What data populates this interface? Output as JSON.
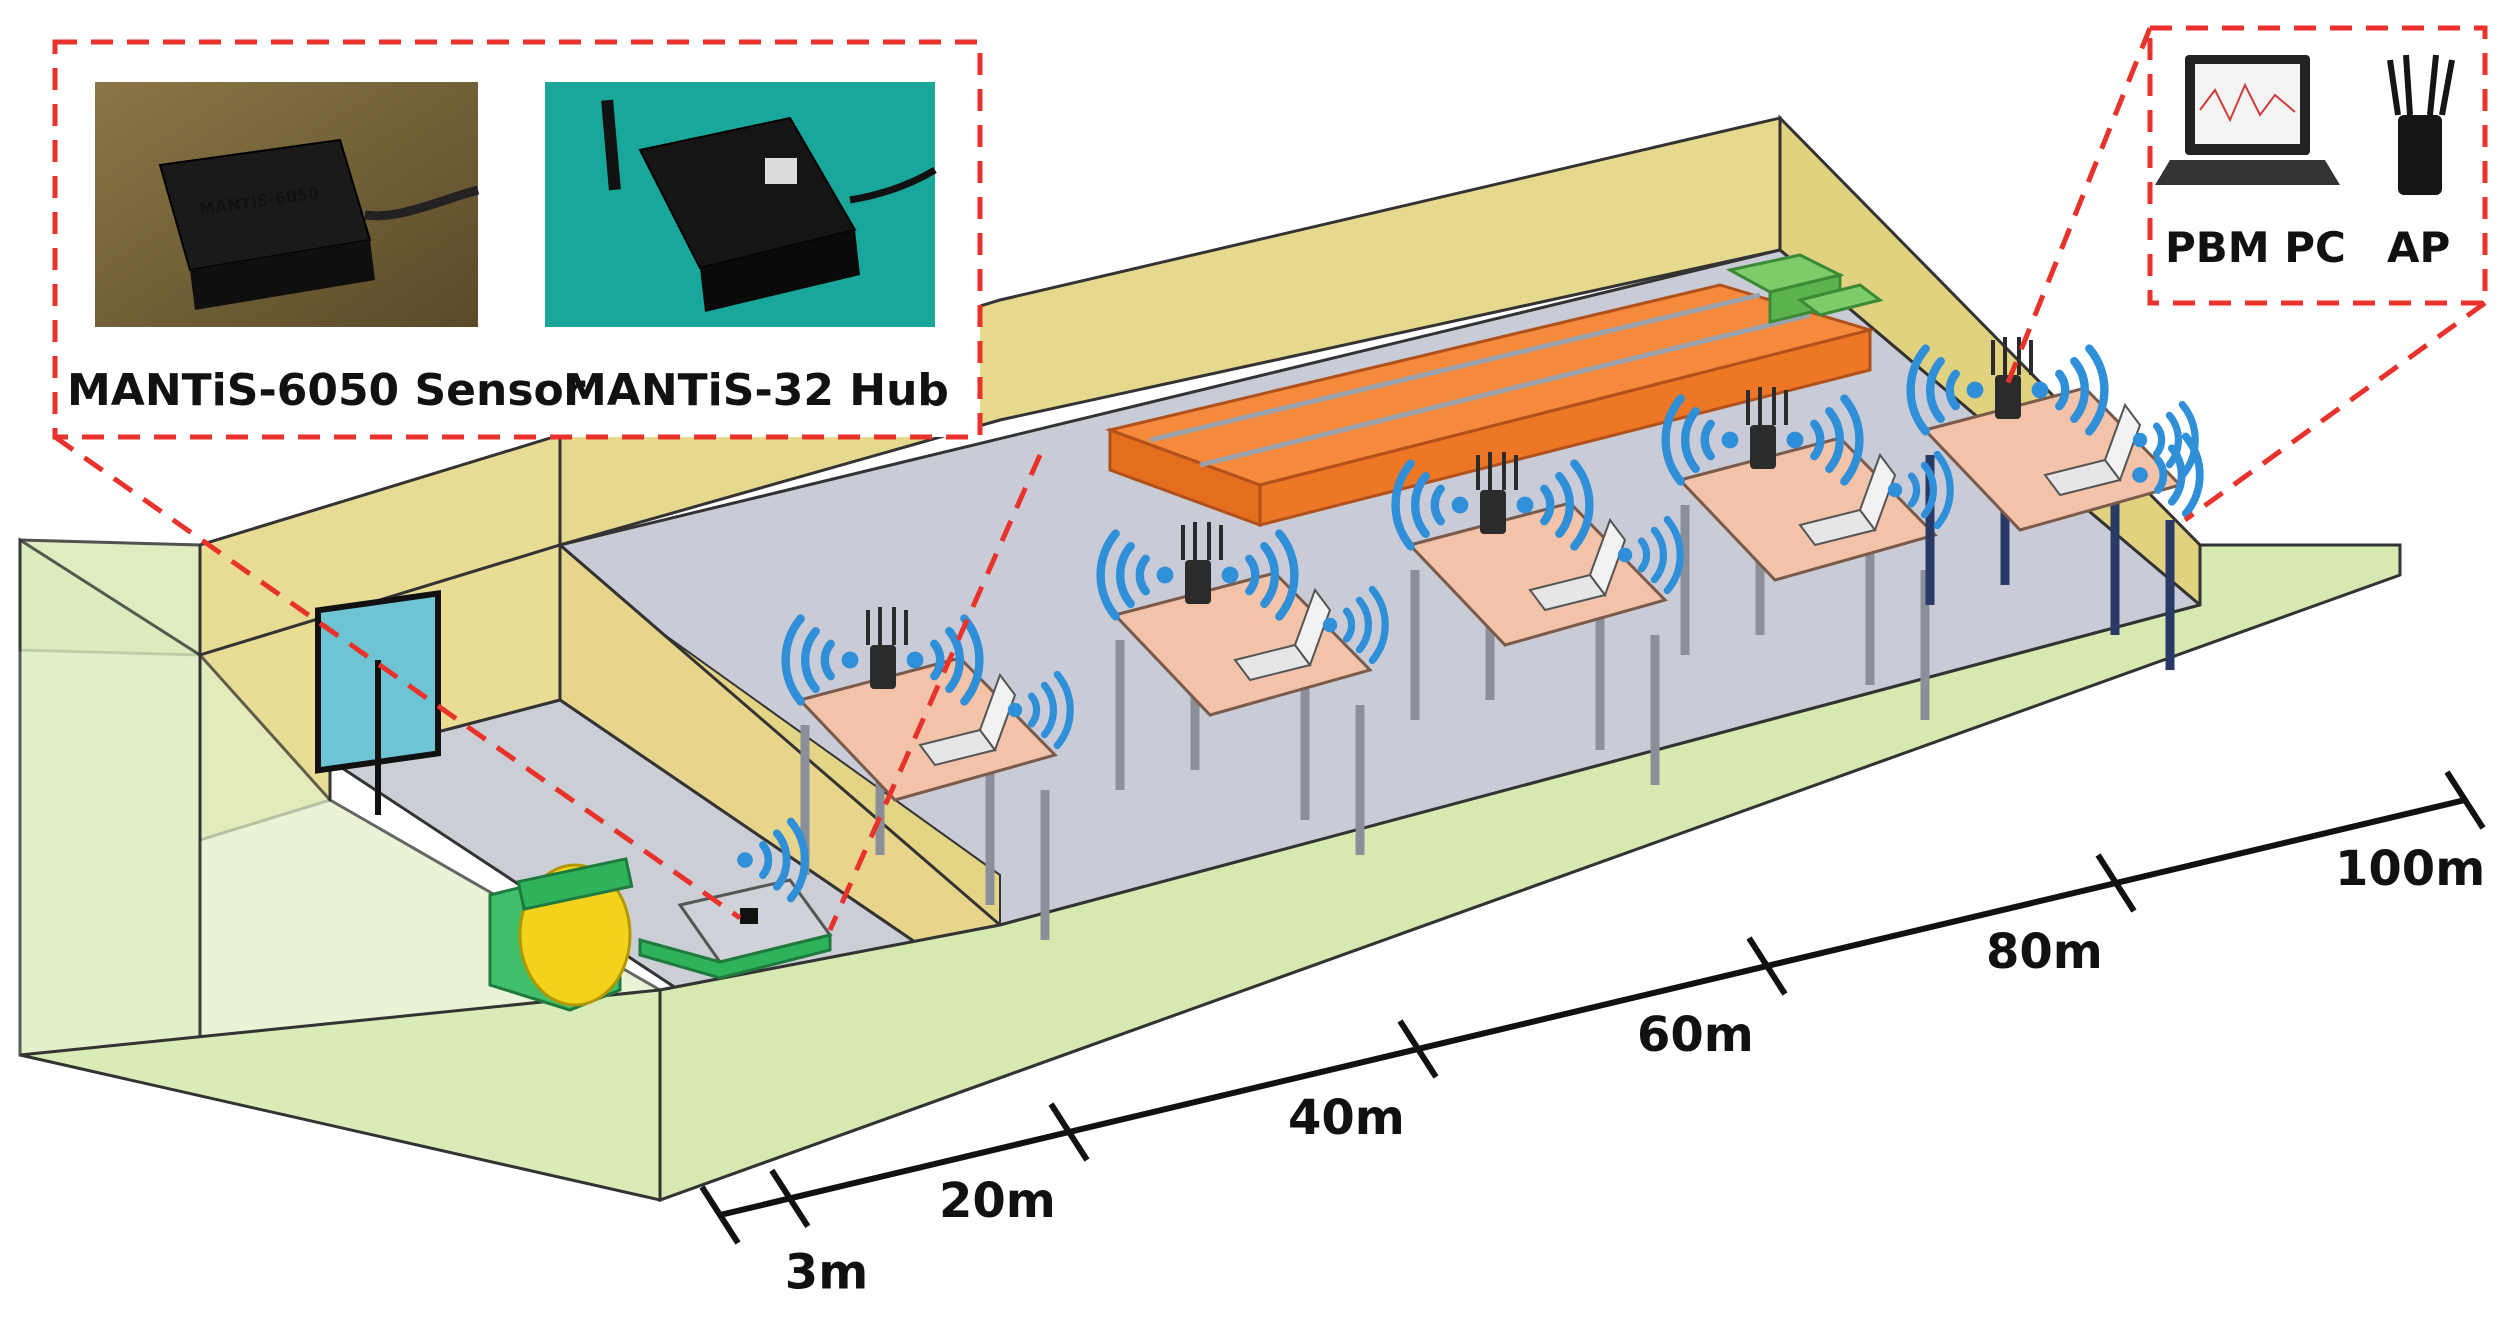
{
  "callouts": {
    "sensor_label": "MANTiS-6050 Sensor",
    "hub_label": "MANTiS-32 Hub",
    "pc_label": "PBM PC",
    "ap_label": "AP"
  },
  "distance_scale": {
    "labels": [
      "3m",
      "20m",
      "40m",
      "60m",
      "80m",
      "100m"
    ]
  },
  "colors": {
    "callout_border": "#e8322b",
    "floor": "#c9ccd6",
    "wall_yellow": "#e6d98e",
    "wall_green": "#d9ebb6",
    "desk_top": "#f2c3a8",
    "desk_leg": "#8a8f99",
    "wifi_arc": "#2f8fd8",
    "crane_orange": "#f07a2a",
    "motor_green": "#2fb35a",
    "motor_yellow": "#f3d21c",
    "door_glass": "#6fc4d3"
  }
}
